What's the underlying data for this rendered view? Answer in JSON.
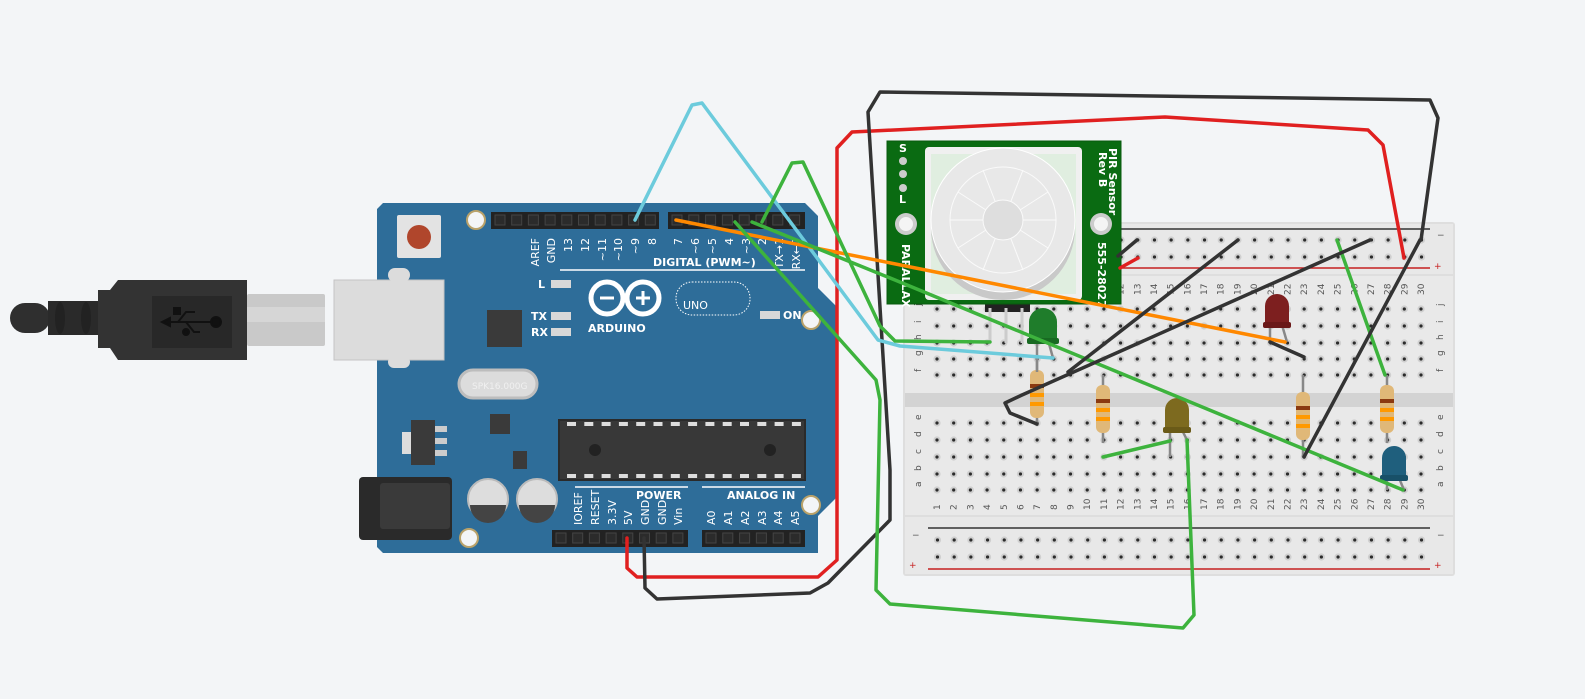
{
  "arduino": {
    "brand": "ARDUINO",
    "model": "UNO",
    "digital_label": "DIGITAL (PWM~)",
    "power_label": "POWER",
    "analog_label": "ANALOG IN",
    "on_label": "ON",
    "led_labels": [
      "L",
      "TX",
      "RX"
    ],
    "crystal_text": "SPK16.000G",
    "top_pins_left": [
      "AREF",
      "GND",
      "13",
      "12",
      "~11",
      "~10",
      "~9",
      "8"
    ],
    "top_pins_right": [
      "7",
      "~6",
      "~5",
      "4",
      "~3",
      "2",
      "TX→1",
      "RX←0"
    ],
    "power_pins": [
      "IOREF",
      "RESET",
      "3.3V",
      "5V",
      "GND",
      "GND",
      "Vin"
    ],
    "analog_pins": [
      "A0",
      "A1",
      "A2",
      "A3",
      "A4",
      "A5"
    ]
  },
  "pir_sensor": {
    "title": "PIR Sensor",
    "revision": "Rev B",
    "maker": "PARALLAX",
    "part_number": "555-28027",
    "jumper_labels": [
      "S",
      "L"
    ]
  },
  "breadboard": {
    "top_rows": [
      "j",
      "i",
      "h",
      "g",
      "f"
    ],
    "bottom_rows": [
      "e",
      "d",
      "c",
      "b",
      "a"
    ],
    "columns": [
      "1",
      "2",
      "3",
      "4",
      "5",
      "6",
      "7",
      "8",
      "9",
      "10",
      "11",
      "12",
      "13",
      "14",
      "15",
      "16",
      "17",
      "18",
      "19",
      "20",
      "21",
      "22",
      "23",
      "24",
      "25",
      "26",
      "27",
      "28",
      "29",
      "30"
    ],
    "rail_minus": "−",
    "rail_plus": "+"
  },
  "colors": {
    "board": "#2e6d99",
    "wire_red": "#e02020",
    "wire_black": "#333333",
    "wire_green": "#3db33d",
    "wire_cyan": "#6ccbdc",
    "wire_orange": "#ff8800",
    "pcb_green": "#0a6b12"
  }
}
